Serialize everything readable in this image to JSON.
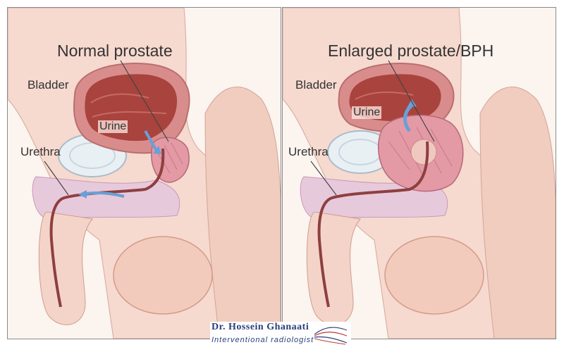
{
  "left_panel": {
    "title": "Normal prostate",
    "bladder_label": "Bladder",
    "urine_label": "Urine",
    "urethra_label": "Urethra"
  },
  "right_panel": {
    "title": "Enlarged prostate/BPH",
    "bladder_label": "Bladder",
    "urine_label": "Urine",
    "urethra_label": "Urethra"
  },
  "credit": {
    "name": "Dr. Hossein Ghanaati",
    "subtitle": "Interventional radiologist"
  },
  "colors": {
    "panel_background": "#fbf4ef",
    "skin_tone": "#f6d9cf",
    "tissue_purple": "#e7c9dc",
    "bladder_wall": "#d98c8c",
    "bladder_cavity": "#a9433d",
    "prostate": "#e39aa5",
    "urethra": "#8e3f3f",
    "flow_arrow": "#6a9fd8",
    "credit_blue": "#2a3f7a"
  }
}
